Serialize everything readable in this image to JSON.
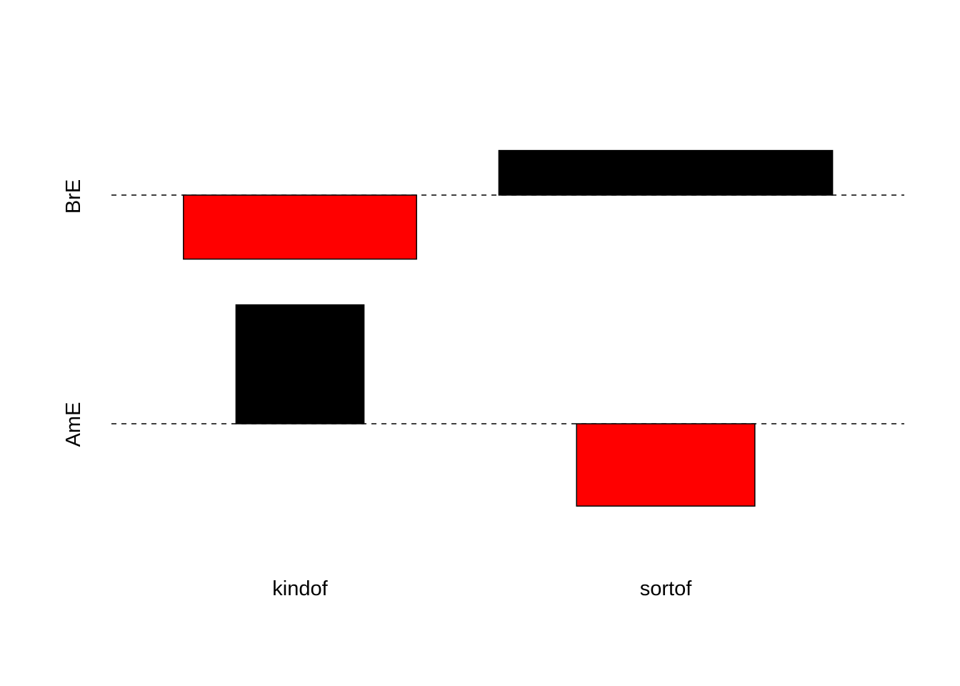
{
  "chart_data": {
    "type": "bar",
    "description": "Association plot",
    "rows": [
      "BrE",
      "AmE"
    ],
    "columns": [
      "kindof",
      "sortof"
    ],
    "residuals": [
      [
        -2.8,
        1.95
      ],
      [
        5.2,
        -3.6
      ]
    ],
    "expected_share": [
      [
        0.51,
        0.73
      ],
      [
        0.28,
        0.39
      ]
    ],
    "colors": {
      "positive": "#000000",
      "negative": "#ff0000",
      "line": "#000000",
      "background": "#ffffff"
    },
    "title": "",
    "xlabel": "",
    "ylabel": "",
    "grid": false
  }
}
